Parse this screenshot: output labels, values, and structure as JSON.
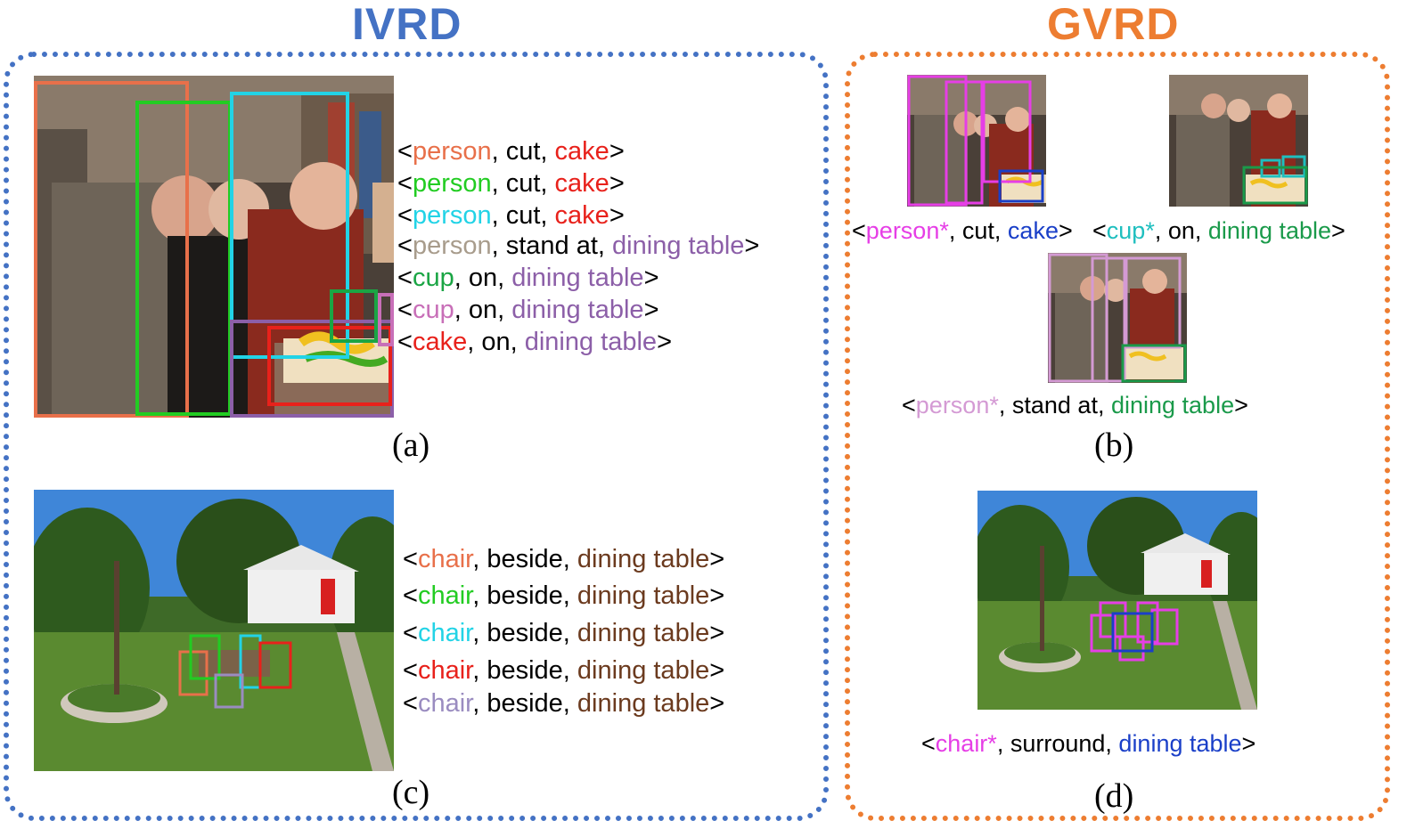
{
  "titles": {
    "left": "IVRD",
    "right": "GVRD"
  },
  "captions": {
    "a": "(a)",
    "b": "(b)",
    "c": "(c)",
    "d": "(d)"
  },
  "punct": {
    "open": "<",
    "close": ">",
    "sep": ", "
  },
  "panel_a": {
    "triples": [
      {
        "subject": "person",
        "predicate": "cut",
        "object": "cake",
        "subject_color": "#e8704a",
        "object_color": "#e8211b"
      },
      {
        "subject": "person",
        "predicate": "cut",
        "object": "cake",
        "subject_color": "#22cc22",
        "object_color": "#e8211b"
      },
      {
        "subject": "person",
        "predicate": "cut",
        "object": "cake",
        "subject_color": "#22d3e6",
        "object_color": "#e8211b"
      },
      {
        "subject": "person",
        "predicate": "stand at",
        "object": "dining table",
        "subject_color": "#a89c8c",
        "object_color": "#8c5fa8"
      },
      {
        "subject": "cup",
        "predicate": "on",
        "object": "dining table",
        "subject_color": "#1aa544",
        "object_color": "#8c5fa8"
      },
      {
        "subject": "cup",
        "predicate": "on",
        "object": "dining table",
        "subject_color": "#c86fb8",
        "object_color": "#8c5fa8"
      },
      {
        "subject": "cake",
        "predicate": "on",
        "object": "dining table",
        "subject_color": "#e8211b",
        "object_color": "#8c5fa8"
      }
    ]
  },
  "panel_b": {
    "triples": [
      {
        "subject": "person*",
        "predicate": "cut",
        "object": "cake",
        "subject_color": "#e63ee6",
        "object_color": "#1a3fc8"
      },
      {
        "subject": "cup*",
        "predicate": "on",
        "object": "dining table",
        "subject_color": "#1fbfbf",
        "object_color": "#1a9a4a"
      },
      {
        "subject": "person*",
        "predicate": "stand at",
        "object": "dining table",
        "subject_color": "#d49ad4",
        "object_color": "#1a9a4a"
      }
    ]
  },
  "panel_c": {
    "triples": [
      {
        "subject": "chair",
        "predicate": "beside",
        "object": "dining table",
        "subject_color": "#e8704a",
        "object_color": "#6b3a1e"
      },
      {
        "subject": "chair",
        "predicate": "beside",
        "object": "dining table",
        "subject_color": "#22cc22",
        "object_color": "#6b3a1e"
      },
      {
        "subject": "chair",
        "predicate": "beside",
        "object": "dining table",
        "subject_color": "#22d3e6",
        "object_color": "#6b3a1e"
      },
      {
        "subject": "chair",
        "predicate": "beside",
        "object": "dining table",
        "subject_color": "#e8211b",
        "object_color": "#6b3a1e"
      },
      {
        "subject": "chair",
        "predicate": "beside",
        "object": "dining table",
        "subject_color": "#9a8cc0",
        "object_color": "#6b3a1e"
      }
    ]
  },
  "panel_d": {
    "triples": [
      {
        "subject": "chair*",
        "predicate": "surround",
        "object": "dining table",
        "subject_color": "#e63ee6",
        "object_color": "#1a3fc8"
      }
    ]
  },
  "colors": {
    "ivrd_accent": "#4472c4",
    "gvrd_accent": "#ed7d31"
  }
}
